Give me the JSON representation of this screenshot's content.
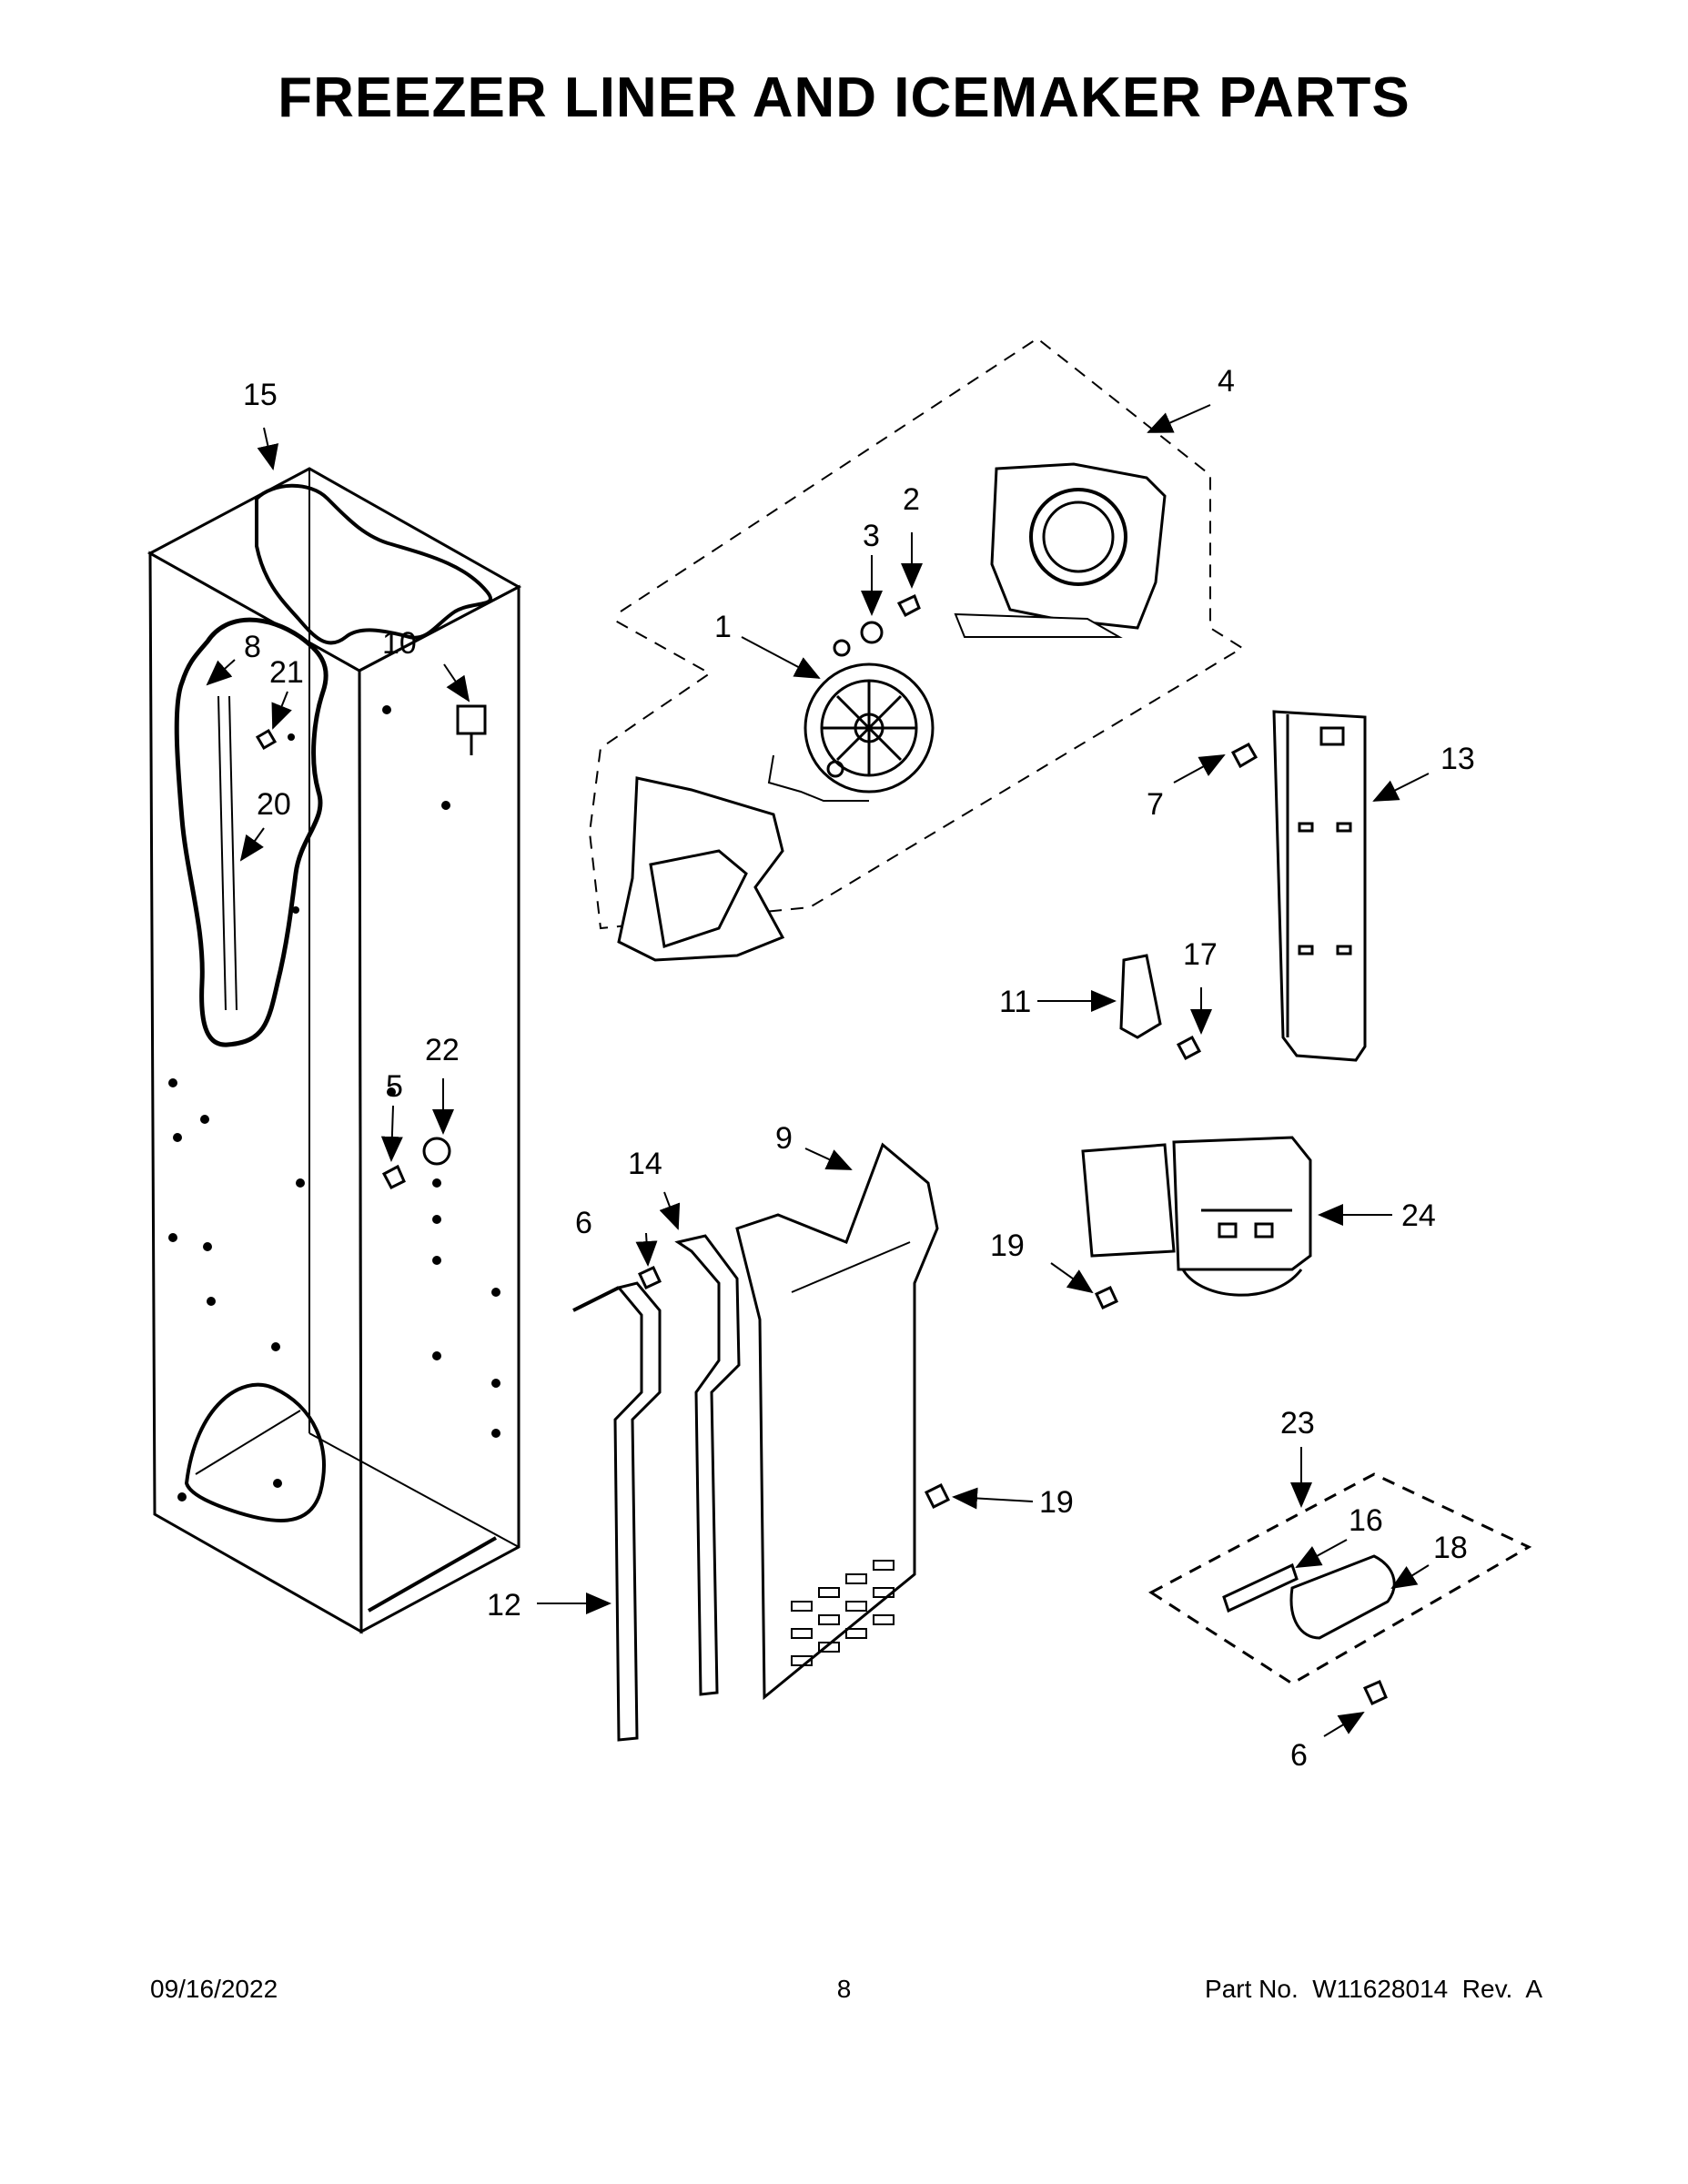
{
  "title": "FREEZER LINER AND ICEMAKER PARTS",
  "callouts": {
    "c1": "1",
    "c2": "2",
    "c3": "3",
    "c4": "4",
    "c5": "5",
    "c6a": "6",
    "c6b": "6",
    "c7": "7",
    "c8": "8",
    "c9": "9",
    "c10": "10",
    "c11": "11",
    "c12": "12",
    "c13": "13",
    "c14": "14",
    "c15": "15",
    "c16": "16",
    "c17": "17",
    "c18": "18",
    "c19a": "19",
    "c19b": "19",
    "c20": "20",
    "c21": "21",
    "c22": "22",
    "c23": "23",
    "c24": "24"
  },
  "footer": {
    "date": "09/16/2022",
    "page": "8",
    "part_label": "Part No.",
    "part_number": "W11628014",
    "rev_label": "Rev.",
    "rev": "A"
  }
}
